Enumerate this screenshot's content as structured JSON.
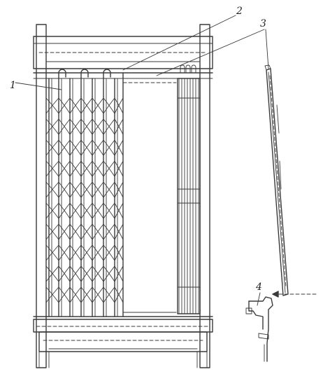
{
  "figure": {
    "callouts": [
      {
        "id": "1",
        "label": "1"
      },
      {
        "id": "2",
        "label": "2"
      },
      {
        "id": "3",
        "label": "3"
      },
      {
        "id": "4",
        "label": "4"
      }
    ],
    "colors": {
      "ink": "#3a3a3a",
      "background": "#ffffff"
    }
  }
}
